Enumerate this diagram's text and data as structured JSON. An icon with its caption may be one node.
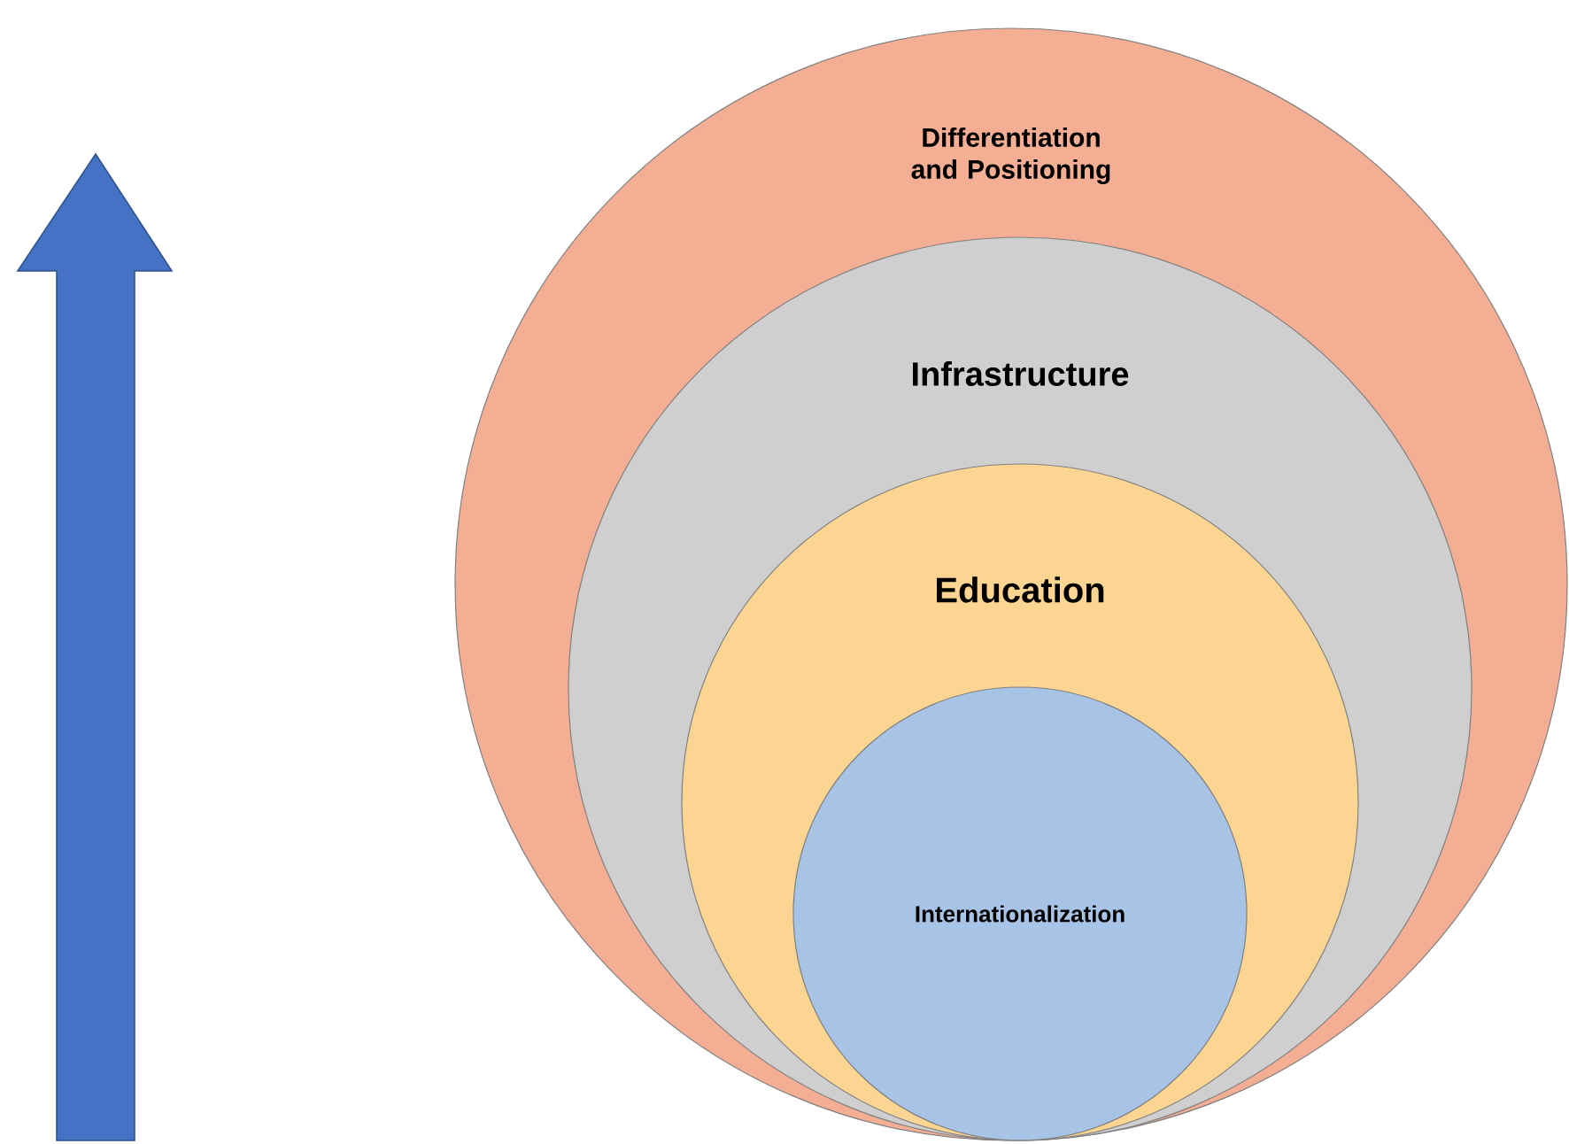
{
  "diagram": {
    "nodes": [
      {
        "text": [
          "Differentiation and Positioning"
        ]
      },
      {
        "text": [
          "Infrastructure"
        ],
        "in": 0
      },
      {
        "text": [
          "Education"
        ],
        "in": 1
      },
      {
        "text": [
          "Internationalization"
        ],
        "in": 2
      }
    ]
  }
}
